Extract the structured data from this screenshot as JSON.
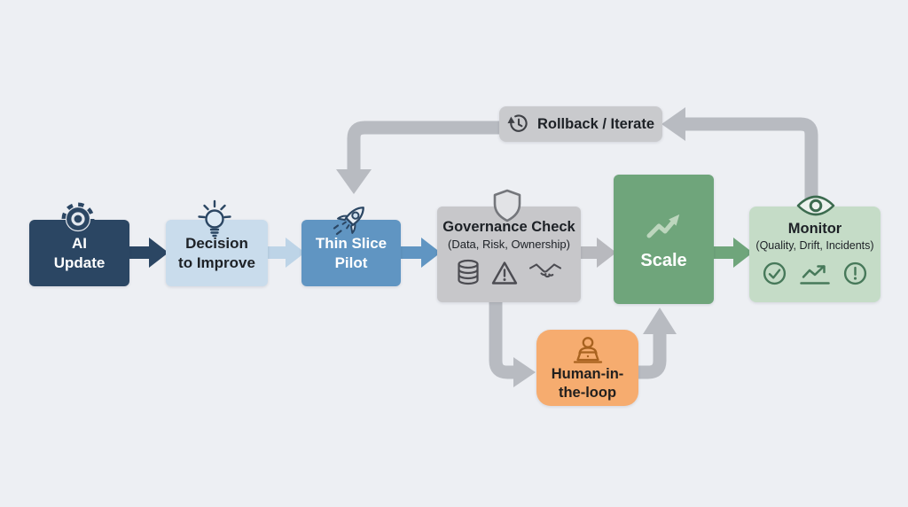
{
  "canvas": {
    "background": "#edeff3"
  },
  "nodes": {
    "ai_update": {
      "line1": "AI",
      "line2": "Update",
      "color": "#2b4663",
      "text_color": "#ffffff",
      "icon": "gear-icon"
    },
    "decision_to_improve": {
      "line1": "Decision",
      "line2": "to Improve",
      "color": "#c9dcec",
      "text_color": "#1d2126",
      "icon": "lightbulb-icon"
    },
    "thin_slice_pilot": {
      "line1": "Thin Slice",
      "line2": "Pilot",
      "color": "#6095c2",
      "text_color": "#ffffff",
      "icon": "rocket-icon"
    },
    "governance_check": {
      "title": "Governance Check",
      "subtitle": "(Data, Risk, Ownership)",
      "color": "#c7c7ca",
      "text_color": "#1d2126",
      "icon": "shield-icon",
      "detail_icons": [
        "database-icon",
        "warning-triangle-icon",
        "handshake-icon"
      ]
    },
    "scale": {
      "label": "Scale",
      "color": "#6fa57b",
      "text_color": "#ffffff",
      "icon": "trend-up-icon"
    },
    "monitor": {
      "title": "Monitor",
      "subtitle": "(Quality, Drift, Incidents)",
      "color": "#c5dcc7",
      "text_color": "#1d2126",
      "icon": "eye-icon",
      "detail_icons": [
        "check-circle-icon",
        "line-chart-icon",
        "alert-circle-icon"
      ]
    },
    "human_in_the_loop": {
      "line1": "Human-in-",
      "line2": "the-loop",
      "color": "#f6ac6f",
      "text_color": "#22201e",
      "icon": "person-laptop-icon"
    },
    "rollback_iterate": {
      "label": "Rollback / Iterate",
      "color": "#c9cacd",
      "text_color": "#1d2126",
      "icon": "history-icon"
    }
  },
  "connectors": {
    "ai_to_decision": "#2b4663",
    "decision_to_thin_slice": "#bdd4e7",
    "thin_slice_to_governance": "#6095c2",
    "governance_to_scale": "#b8b9be",
    "scale_to_monitor": "#6fa57b",
    "governance_to_human": "#b8bbc1",
    "human_to_scale": "#b8bbc1",
    "monitor_to_rollback": "#b8bbc1",
    "rollback_to_thin_slice": "#b8bbc1"
  }
}
